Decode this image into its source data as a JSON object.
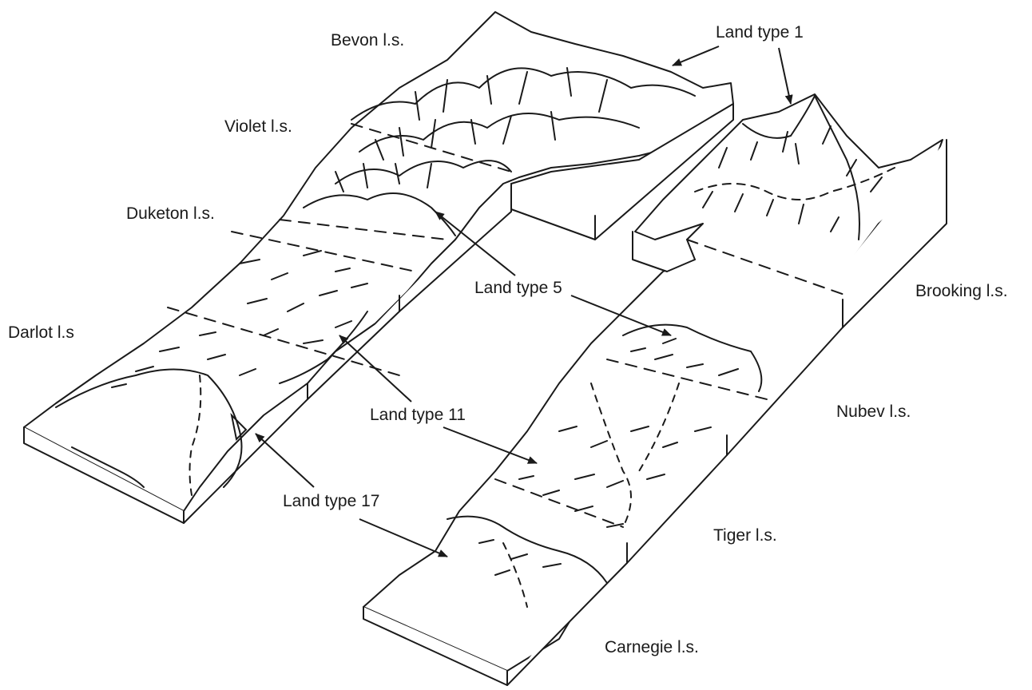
{
  "labels": {
    "bevon": "Bevon l.s.",
    "violet": "Violet l.s.",
    "duketon": "Duketon l.s.",
    "darlot": "Darlot l.s",
    "land_type_1": "Land type 1",
    "land_type_5": "Land type 5",
    "land_type_11": "Land type 11",
    "land_type_17": "Land type 17",
    "brooking": "Brooking l.s.",
    "nubev": "Nubev l.s.",
    "tiger": "Tiger l.s.",
    "carnegie": "Carnegie l.s."
  },
  "colors": {
    "ink": "#1a1a1a",
    "background": "#ffffff"
  }
}
